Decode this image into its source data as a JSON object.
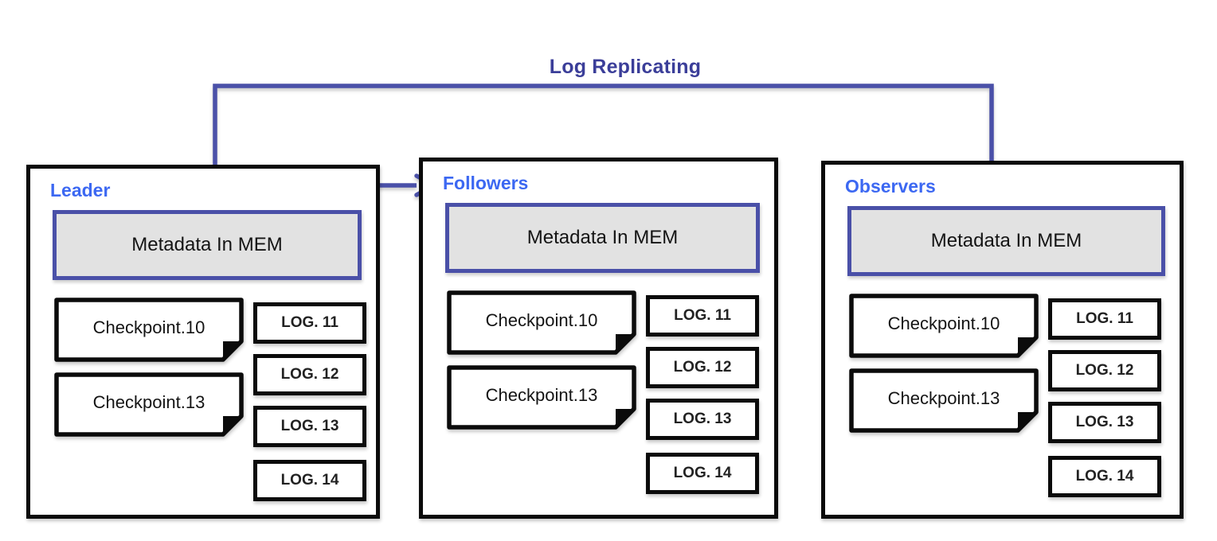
{
  "diagram": {
    "arrow_label": "Log Replicating",
    "colors": {
      "node_label_blue": "#3c68f2",
      "arrow_indigo": "#4a50a8",
      "arrow_label_indigo": "#3b3e99",
      "metadata_fill_gray": "#e2e2e2",
      "box_border_black": "#0b0b0b"
    },
    "nodes": [
      {
        "label": "Leader",
        "memory": "Metadata In MEM",
        "checkpoints": [
          "Checkpoint.10",
          "Checkpoint.13"
        ],
        "logs": [
          "LOG. 11",
          "LOG. 12",
          "LOG. 13",
          "LOG. 14"
        ]
      },
      {
        "label": "Followers",
        "memory": "Metadata In MEM",
        "checkpoints": [
          "Checkpoint.10",
          "Checkpoint.13"
        ],
        "logs": [
          "LOG. 11",
          "LOG. 12",
          "LOG. 13",
          "LOG. 14"
        ]
      },
      {
        "label": "Observers",
        "memory": "Metadata In MEM",
        "checkpoints": [
          "Checkpoint.10",
          "Checkpoint.13"
        ],
        "logs": [
          "LOG. 11",
          "LOG. 12",
          "LOG. 13",
          "LOG. 14"
        ]
      }
    ]
  }
}
